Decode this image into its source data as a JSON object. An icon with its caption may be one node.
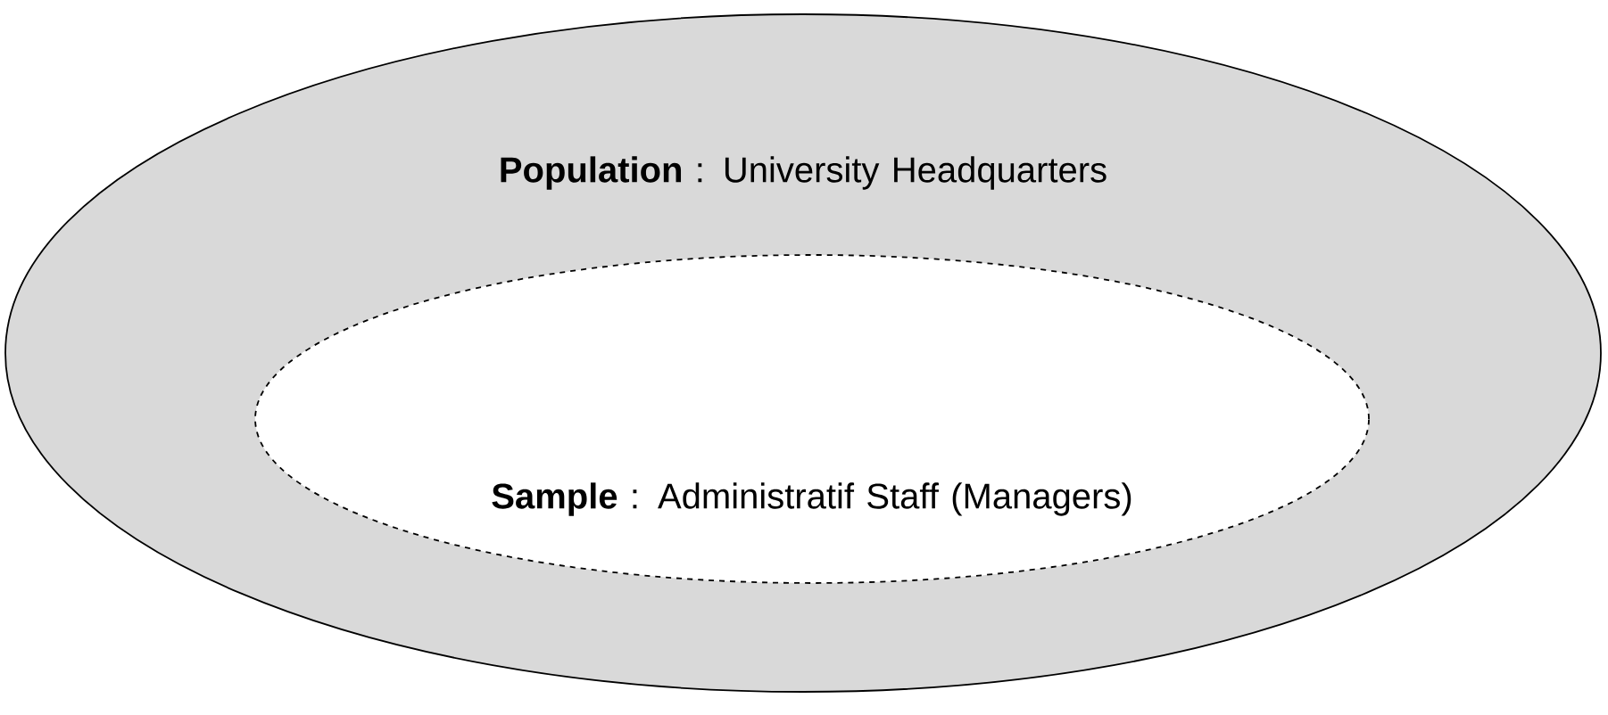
{
  "diagram": {
    "nodes": [
      {
        "text": [
          "**Population** : University Headquarters"
        ]
      },
      {
        "text": [
          "**Sample** : Administratif Staff (Managers)"
        ],
        "in": 0
      }
    ]
  }
}
